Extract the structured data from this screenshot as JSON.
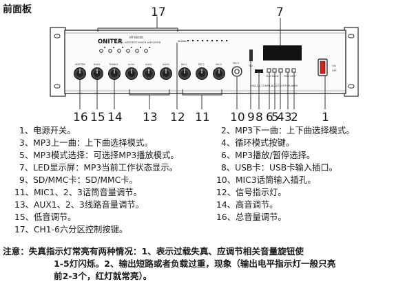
{
  "title": "前面板",
  "device": {
    "brand": "ONITER",
    "model": "MT-6600B",
    "subtitle": "PUBLIC ADDRESS MIXER AMPLIFIER",
    "zone_label": "ZONE1  ZONE2  ZONE3  ZONE4  ZONE5  ZONE6",
    "signal_label": "SIGNAL",
    "knob_labels": [
      "MASTER",
      "BASS",
      "TREBLE",
      "AUX1",
      "AUX2",
      "AUX3",
      "MIC1",
      "MIC2",
      "MIC3",
      "MIC3"
    ],
    "usb_label": "USB.SD.TUNER.BLUETOOTH PLAYER",
    "power_label": "ON OFF",
    "btn_labels": [
      "PLAY/PAUSE",
      "MODE",
      "NEXT"
    ]
  },
  "callouts": {
    "c17": "17",
    "c7": "7",
    "bottom": [
      "16",
      "15",
      "14",
      "13",
      "12",
      "11",
      "10",
      "9",
      "8",
      "6",
      "5",
      "4",
      "3",
      "2",
      "1"
    ]
  },
  "descriptions": [
    "1、电源开关。",
    "2、MP3下一曲：上下曲选择模式。",
    "3、MP3上一曲：上下曲选择模式。",
    "4、循环模式按键。",
    "5、MP3模式选择：可选择MP3播放模式。",
    "6、MP3播放/暂停选择。",
    "7、LED显示屏：MP3当前工作状态显示。",
    "8、USB卡：USB卡输入插口。",
    "9、SD/MMC卡：SD/MMC卡。",
    "10、MIC3话筒输入插孔。",
    "11、MIC1、2、3话筒音量调节。",
    "12、信号指示灯。",
    "13、AUX1、2、3线路音量调节。",
    "14、高音调节。",
    "15、低音调节。",
    "16、总音量调节。",
    "17、CH1-6六分区控制按键。"
  ],
  "note": {
    "line1": "注意：失真指示灯常亮有两种情况：1、表示过载失真、应调节相关音量旋钮使",
    "line2": "1-5灯闪烁。2、输出短路或者负载过重，现象（输出电平指示灯一般只亮",
    "line3": "前2-3个，红灯就常亮）。"
  }
}
